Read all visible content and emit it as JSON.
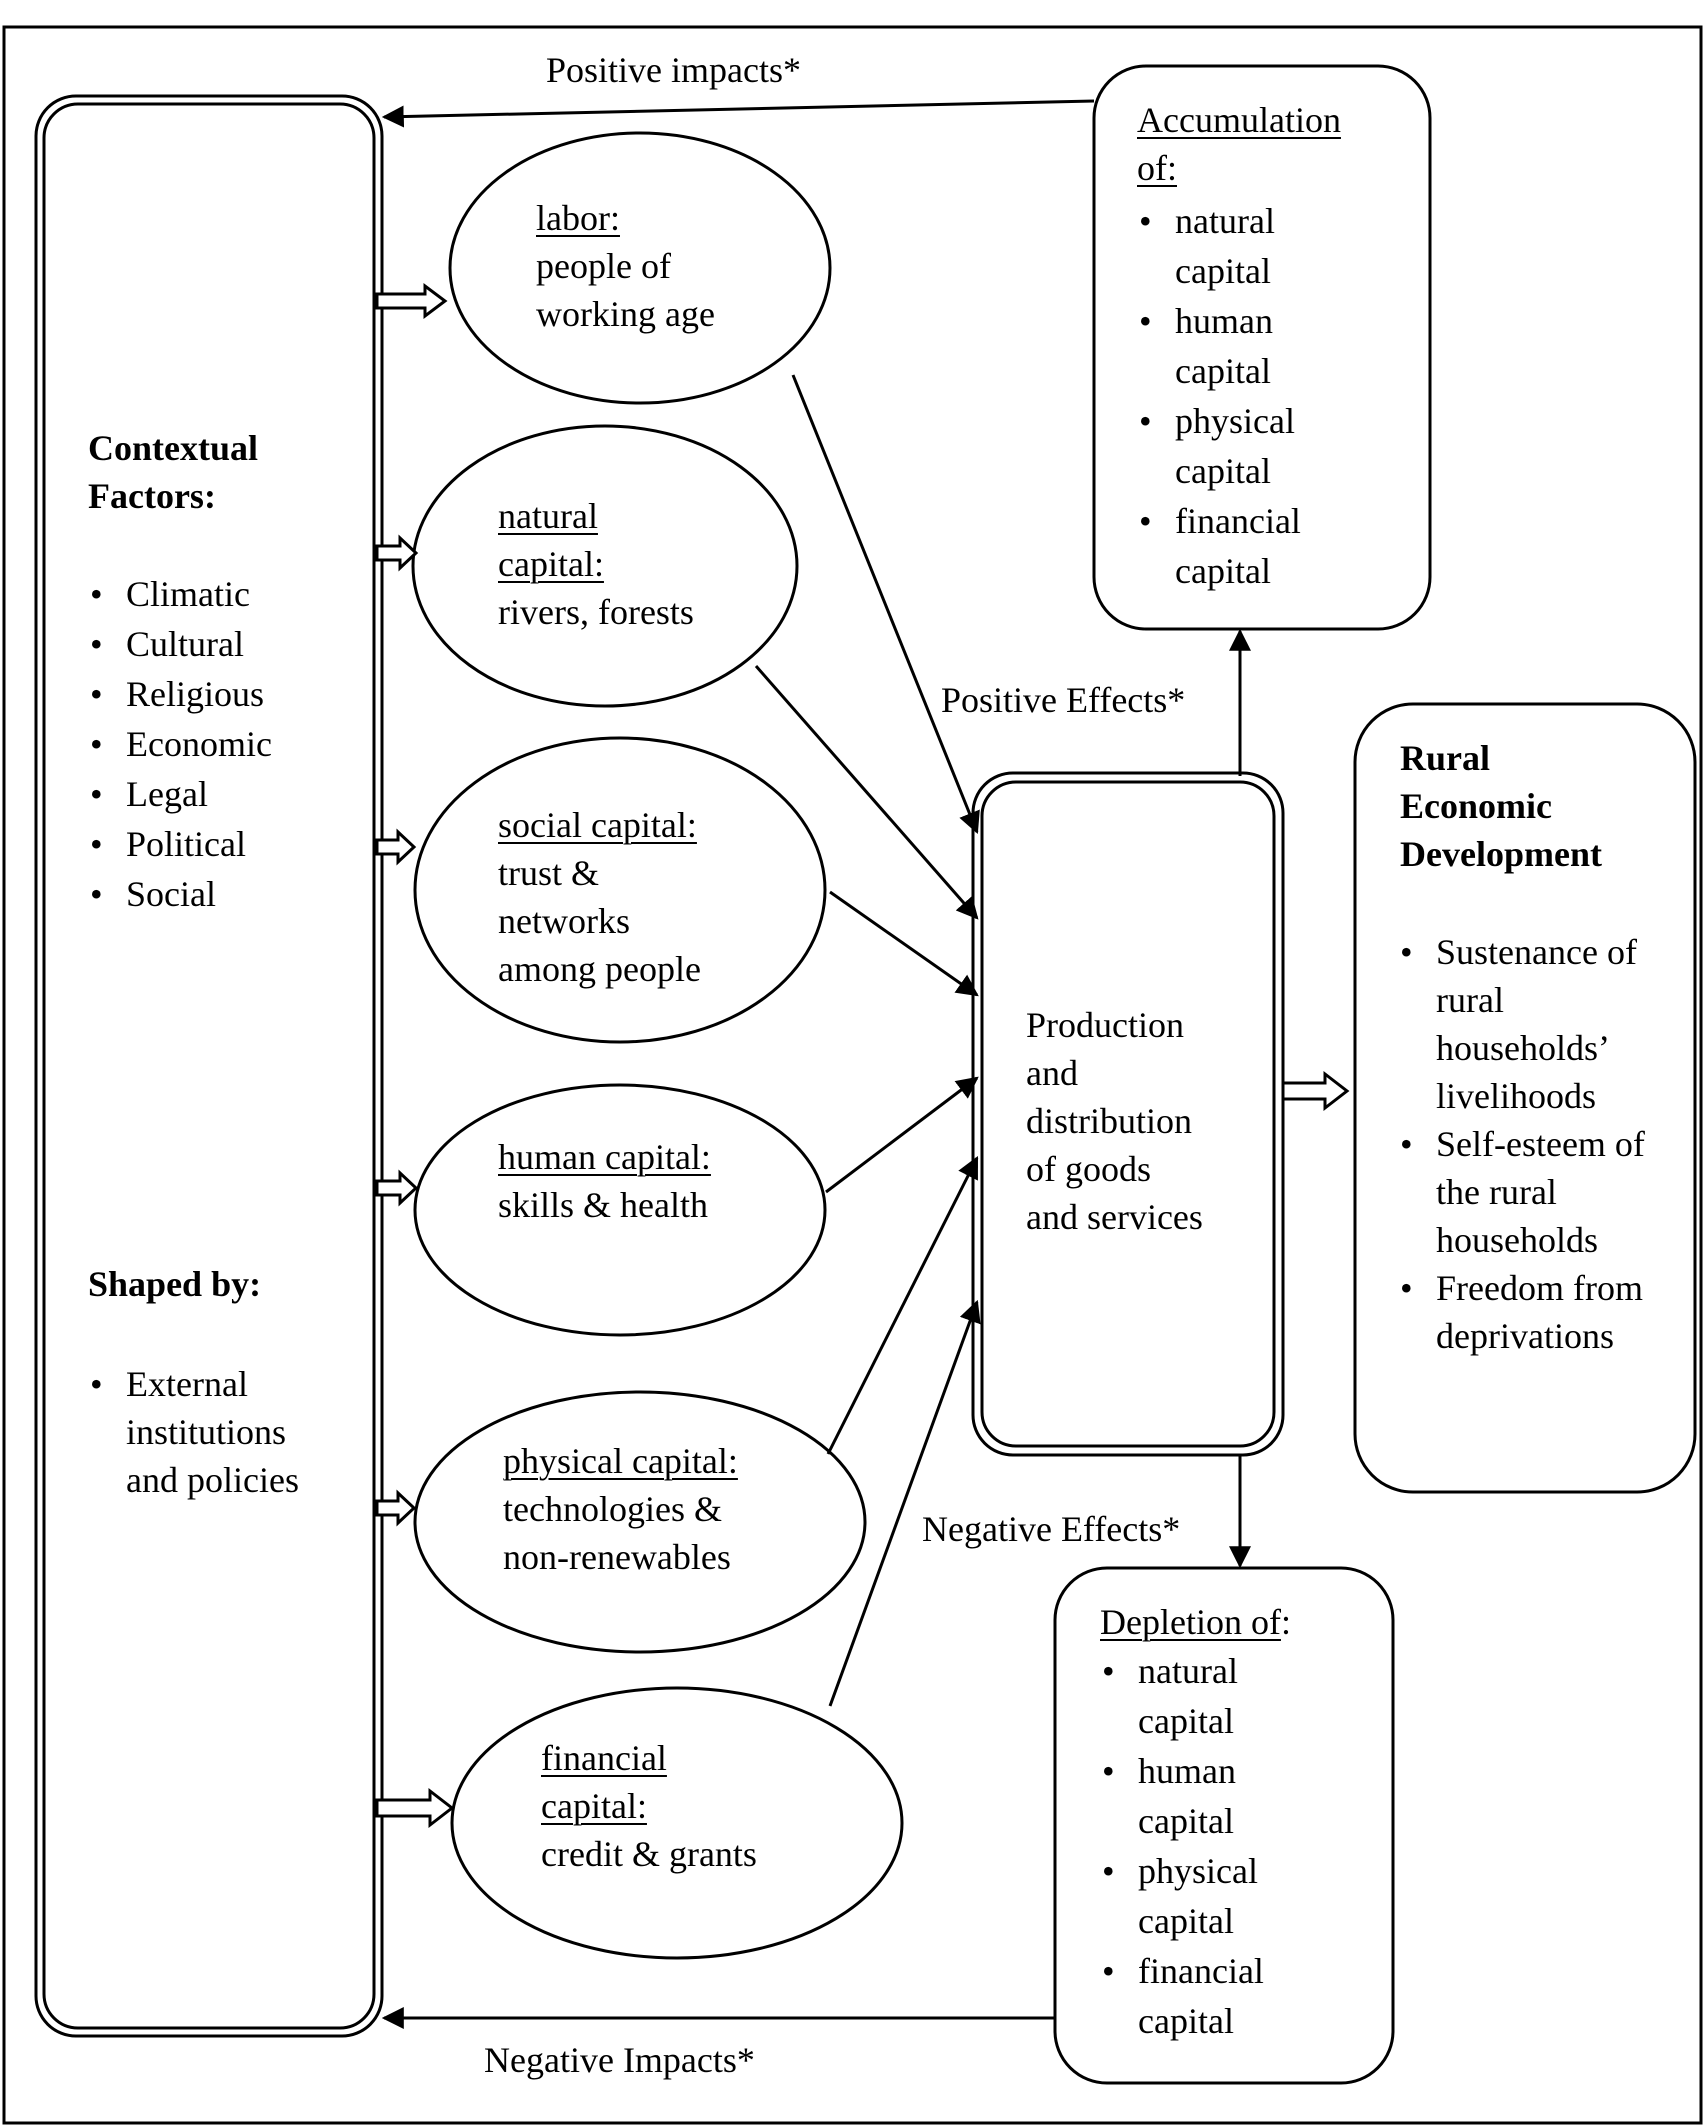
{
  "arrows": {
    "positive_impacts": "Positive impacts*",
    "negative_impacts": "Negative Impacts*",
    "positive_effects": "Positive Effects*",
    "negative_effects": "Negative Effects*"
  },
  "contextual": {
    "title_line1": "Contextual",
    "title_line2": "Factors:",
    "factors": [
      "Climatic",
      "Cultural",
      "Religious",
      "Economic",
      "Legal",
      "Political",
      "Social"
    ],
    "shaped_title": "Shaped by:",
    "shaped_items": [
      "External institutions and policies"
    ]
  },
  "capitals": [
    {
      "title": "labor:",
      "lines": [
        "people of",
        "working age"
      ]
    },
    {
      "title": "natural",
      "title2": "capital:",
      "lines": [
        "rivers, forests"
      ]
    },
    {
      "title": "social capital:",
      "lines": [
        "trust &",
        "networks",
        "among people"
      ]
    },
    {
      "title": "human capital:",
      "lines": [
        "skills & health"
      ]
    },
    {
      "title": "physical capital:",
      "lines": [
        "technologies &",
        "non-renewables"
      ]
    },
    {
      "title": "financial",
      "title2": "capital:",
      "lines": [
        "credit & grants"
      ]
    }
  ],
  "production": {
    "lines": [
      "Production",
      "and",
      "distribution",
      "of goods",
      "and services"
    ]
  },
  "accumulation": {
    "title1": "Accumulation",
    "title2": "of:",
    "items": [
      "natural capital",
      "human capital",
      "physical capital",
      "financial capital"
    ]
  },
  "depletion": {
    "title": "Depletion of",
    "colon": ":",
    "items": [
      "natural capital",
      "human capital",
      "physical capital",
      "financial capital"
    ]
  },
  "rural": {
    "title_line1": "Rural",
    "title_line2": "Economic",
    "title_line3": "Development",
    "items": [
      "Sustenance of rural households’ livelihoods",
      "Self-esteem of the rural households",
      "Freedom from deprivations"
    ]
  }
}
